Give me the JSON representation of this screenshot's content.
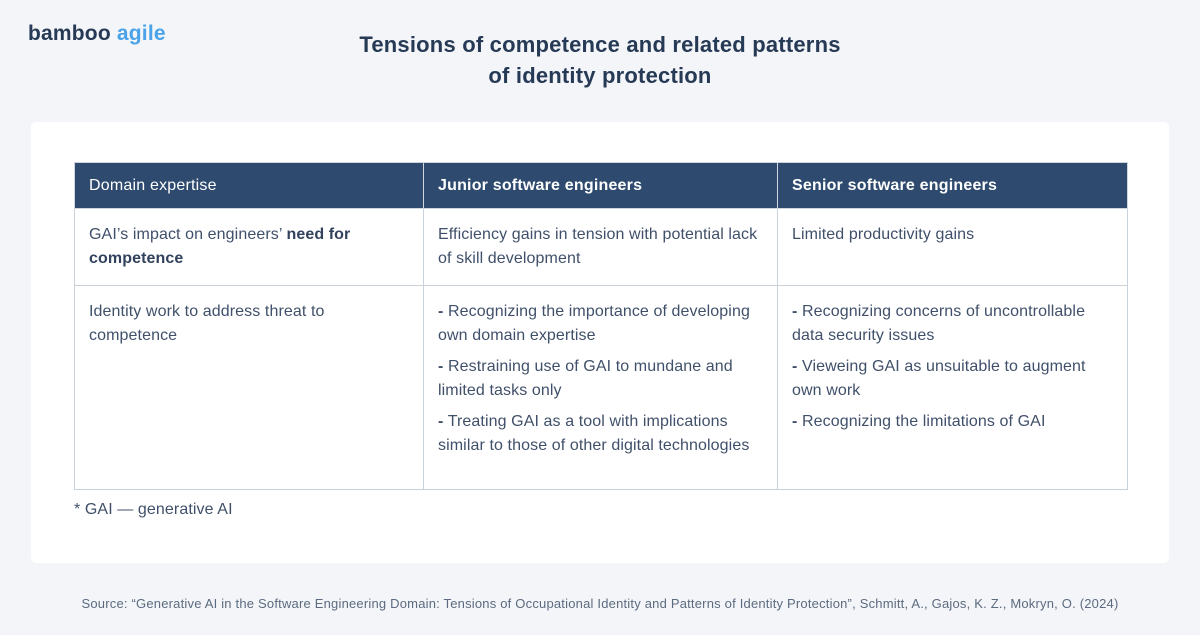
{
  "colors": {
    "page_background": "#f3f5f8",
    "card_background": "#ffffff",
    "table_header_background": "#2e4a6e",
    "navy_text": "#263a56",
    "body_text": "#40506a",
    "accent_blue": "#4aa3e8",
    "border": "#c9d1db"
  },
  "logo": {
    "part1": "bamboo",
    "part2": "agile"
  },
  "title": {
    "line1": "Tensions of competence and related patterns",
    "line2": "of identity protection"
  },
  "table": {
    "bullet_marker": "-",
    "header": {
      "col0": "Domain expertise",
      "col1": "Junior software engineers",
      "col2": "Senior software engineers"
    },
    "rows": [
      {
        "domain": {
          "text": "GAI’s impact on engineers’ ",
          "bold_text": "need for competence"
        },
        "junior_text": "Efficiency gains in tension with potential lack of skill development",
        "senior_text": "Limited productivity gains"
      },
      {
        "domain": {
          "text": "Identity work to address threat to competence",
          "bold_text": ""
        },
        "junior_bullets": [
          "Recognizing the importance of developing own domain expertise",
          "Restraining use of GAI to mundane and limited tasks only",
          "Treating GAI as a tool with implications similar to those of other digital technologies"
        ],
        "senior_bullets": [
          "Recognizing concerns of uncontrollable data security issues",
          "Vieweing GAI as unsuitable to augment own work",
          "Recognizing the limitations of GAI"
        ]
      }
    ]
  },
  "footnote": "* GAI — generative AI",
  "source": "Source: “Generative AI in the Software Engineering Domain: Tensions of Occupational Identity and Patterns of Identity Protection”, Schmitt, A., Gajos, K. Z., Mokryn, O. (2024)"
}
